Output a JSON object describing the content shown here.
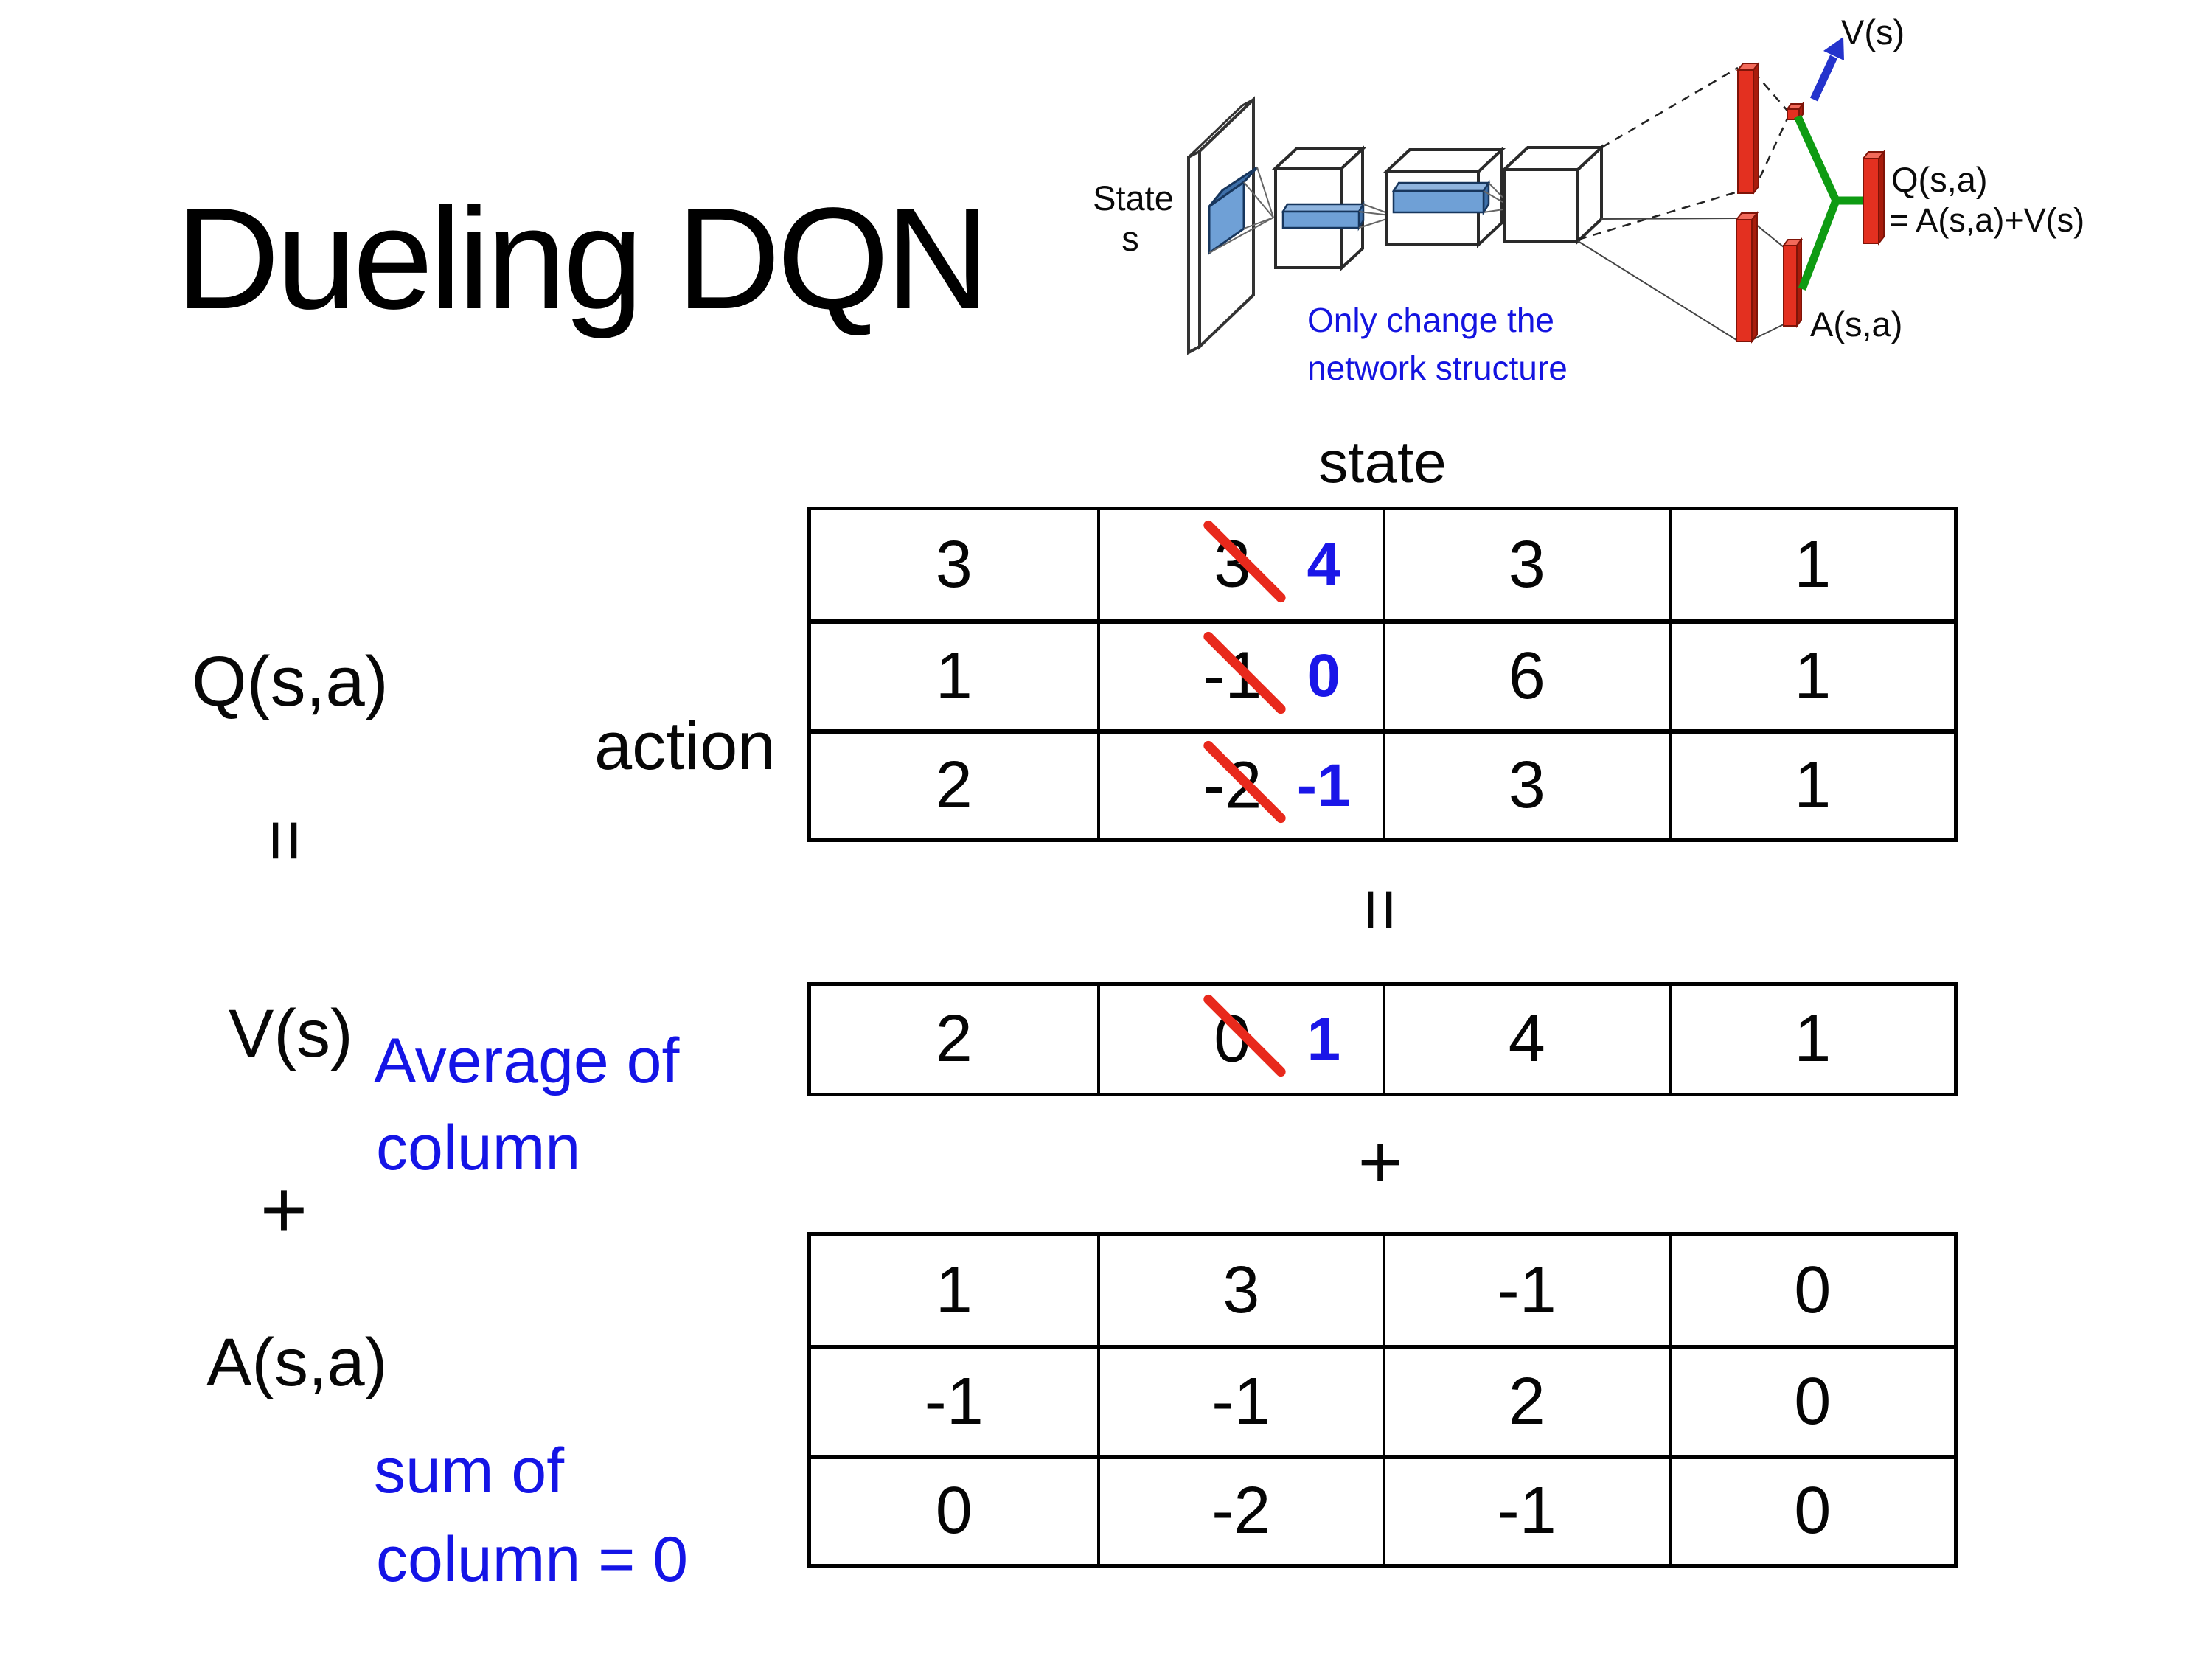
{
  "title": "Dueling DQN",
  "axis_labels": {
    "state": "state",
    "action": "action"
  },
  "equation": {
    "q_label": "Q(s,a)",
    "equals_left": "=",
    "v_label": "V(s)",
    "plus_left": "+",
    "a_label": "A(s,a)",
    "equals_mid": "=",
    "plus_mid": "+",
    "v_note_line1": "Average of",
    "v_note_line2": "column",
    "a_note_line1": "sum of",
    "a_note_line2": "column = 0"
  },
  "tables": {
    "q": {
      "rows": [
        [
          {
            "v": "3"
          },
          {
            "old": "3",
            "new": "4"
          },
          {
            "v": "3"
          },
          {
            "v": "1"
          }
        ],
        [
          {
            "v": "1"
          },
          {
            "old": "-1",
            "new": "0"
          },
          {
            "v": "6"
          },
          {
            "v": "1"
          }
        ],
        [
          {
            "v": "2"
          },
          {
            "old": "-2",
            "new": "-1"
          },
          {
            "v": "3"
          },
          {
            "v": "1"
          }
        ]
      ]
    },
    "v": {
      "rows": [
        [
          {
            "v": "2"
          },
          {
            "old": "0",
            "new": "1"
          },
          {
            "v": "4"
          },
          {
            "v": "1"
          }
        ]
      ]
    },
    "a": {
      "rows": [
        [
          {
            "v": "1"
          },
          {
            "v": "3"
          },
          {
            "v": "-1"
          },
          {
            "v": "0"
          }
        ],
        [
          {
            "v": "-1"
          },
          {
            "v": "-1"
          },
          {
            "v": "2"
          },
          {
            "v": "0"
          }
        ],
        [
          {
            "v": "0"
          },
          {
            "v": "-2"
          },
          {
            "v": "-1"
          },
          {
            "v": "0"
          }
        ]
      ]
    }
  },
  "diagram": {
    "state_line1": "State",
    "state_line2": "s",
    "note_line1": "Only change the",
    "note_line2": "network structure",
    "v_out_label": "V(s)",
    "q_out_label_line1": "Q(s,a)",
    "q_out_label_line2": "= A(s,a)+V(s)",
    "a_out_label": "A(s,a)"
  },
  "colors": {
    "strike_red": "#E8291C",
    "corrected_value_blue": "#1A16E8",
    "annotation_blue": "#1414E6",
    "diagram_note_blue": "#1414E0",
    "diagram_red_bar": "#E33020",
    "diagram_green_connector": "#0E9B12",
    "diagram_feature_blue": "#6FA0D6",
    "diagram_arrow_blue": "#2433CC"
  }
}
